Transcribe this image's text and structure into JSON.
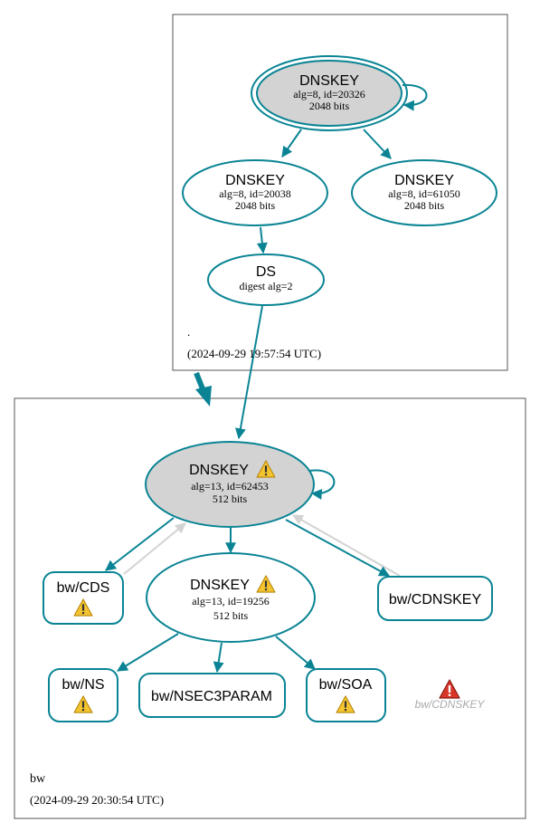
{
  "colors": {
    "edge": "#0a8494",
    "edge_dark": "#0a7a8a",
    "border": "#555555",
    "node_fill_ksk": "#d3d3d3",
    "back_edge": "#d3d3d3",
    "warning_yellow": "#f4c430",
    "error_red": "#d9362a",
    "label_gray": "#aaaaaa"
  },
  "root_zone": {
    "label": ".",
    "timestamp": "(2024-09-29 19:57:54 UTC)",
    "ksk": {
      "title": "DNSKEY",
      "line1": "alg=8, id=20326",
      "line2": "2048 bits"
    },
    "zsk1": {
      "title": "DNSKEY",
      "line1": "alg=8, id=20038",
      "line2": "2048 bits"
    },
    "zsk2": {
      "title": "DNSKEY",
      "line1": "alg=8, id=61050",
      "line2": "2048 bits"
    },
    "ds": {
      "title": "DS",
      "line1": "digest alg=2"
    }
  },
  "bw_zone": {
    "label": "bw",
    "timestamp": "(2024-09-29 20:30:54 UTC)",
    "ksk": {
      "title": "DNSKEY",
      "line1": "alg=13, id=62453",
      "line2": "512 bits",
      "icon": "warning-icon"
    },
    "zsk": {
      "title": "DNSKEY",
      "line1": "alg=13, id=19256",
      "line2": "512 bits",
      "icon": "warning-icon"
    },
    "cds": {
      "label": "bw/CDS",
      "icon": "warning-icon"
    },
    "cdnskey": {
      "label": "bw/CDNSKEY"
    },
    "ns": {
      "label": "bw/NS",
      "icon": "warning-icon"
    },
    "nsec3param": {
      "label": "bw/NSEC3PARAM"
    },
    "soa": {
      "label": "bw/SOA",
      "icon": "warning-icon"
    },
    "cdnskey_missing": {
      "label": "bw/CDNSKEY",
      "icon": "error-icon"
    }
  }
}
